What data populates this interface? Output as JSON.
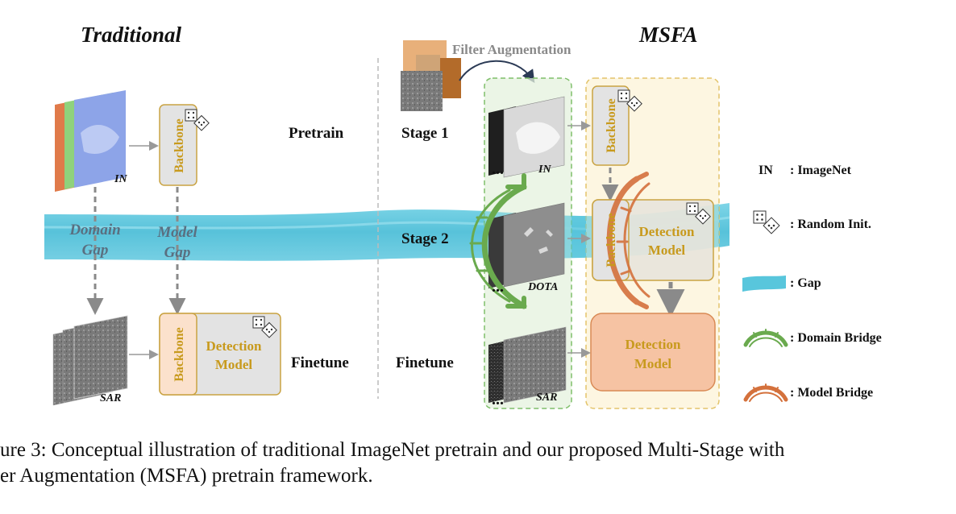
{
  "headers": {
    "traditional": "Traditional",
    "msfa": "MSFA"
  },
  "stages": {
    "pretrain": "Pretrain",
    "stage1": "Stage 1",
    "stage2": "Stage 2",
    "finetune_left": "Finetune",
    "finetune_right": "Finetune"
  },
  "filter_aug": "Filter Augmentation",
  "gap_labels": {
    "domain_gap_l1": "Domain",
    "domain_gap_l2": "Gap",
    "model_gap_l1": "Model",
    "model_gap_l2": "Gap"
  },
  "boxes": {
    "backbone": "Backbone",
    "detection_l1": "Detection",
    "detection_l2": "Model"
  },
  "image_labels": {
    "in": "IN",
    "sar": "SAR",
    "dota": "DOTA",
    "dots": "..."
  },
  "legend": {
    "in_key": "IN",
    "in_desc": ": ImageNet",
    "random_desc": ": Random Init.",
    "gap_desc": ": Gap",
    "domain_bridge_desc": ": Domain Bridge",
    "model_bridge_desc": ": Model Bridge"
  },
  "caption": {
    "line1": "ure 3: Conceptual illustration of traditional ImageNet pretrain and our proposed Multi-Stage with",
    "line2": "er Augmentation (MSFA) pretrain framework."
  },
  "colors": {
    "gap": "#58c6dc",
    "backbone_fill": "#e3e3e3",
    "backbone_stroke": "#c9a343",
    "label_gold": "#c89a1d",
    "finetune_backbone": "#fbe1cc",
    "detection_final": "#f6c3a3",
    "detection_final_stroke": "#d98a55",
    "green_bridge": "#6aaa4e",
    "orange_bridge": "#d4713c"
  }
}
